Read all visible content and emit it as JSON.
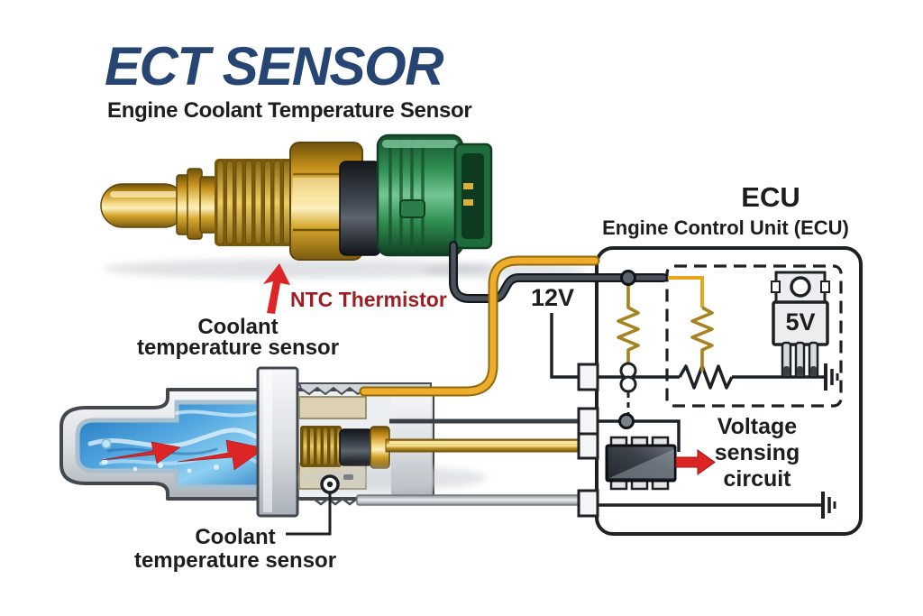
{
  "header": {
    "title": "ECT SENSOR",
    "subtitle": "Engine Coolant Temperature Sensor"
  },
  "callouts": {
    "ntc_thermistor": "NTC Thermistor",
    "upper_sensor_label": [
      "Coolant",
      "temperature sensor"
    ],
    "lower_sensor_label": [
      "Coolant",
      "temperature sensor"
    ]
  },
  "ecu": {
    "heading": "ECU",
    "subheading": "Engine Control Unit (ECU)",
    "supply_voltage_label": "12V",
    "regulator_label": "5V",
    "voltage_sensing_label": [
      "Voltage",
      "sensing",
      "circuit"
    ]
  },
  "colors": {
    "title_navy": "#274572",
    "text_black": "#1D1D1F",
    "ntc_red": "#9E1F23",
    "arrow_red": "#DD2525",
    "wire_gold": "#E8A61E",
    "brass": "#D9A83A",
    "connector_green": "#2F8F52",
    "coolant_blue": "#2E86C8",
    "resistor_gold": "#A8821E",
    "circuit_line": "#1D2025"
  }
}
